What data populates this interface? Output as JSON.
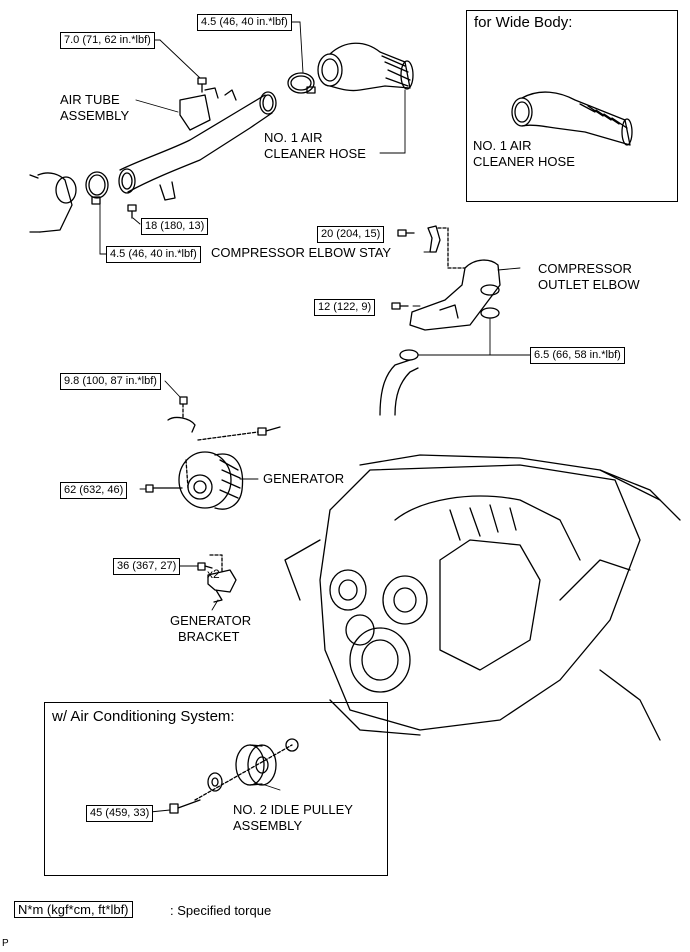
{
  "boxes": {
    "wide_body_title": "for Wide Body:",
    "ac_title": "w/ Air Conditioning System:"
  },
  "labels": {
    "air_tube_assembly_1": "AIR TUBE",
    "air_tube_assembly_2": "ASSEMBLY",
    "no1_air_cleaner_hose_1": "NO. 1 AIR",
    "no1_air_cleaner_hose_2": "CLEANER HOSE",
    "wide_no1_air_cleaner_hose_1": "NO. 1 AIR",
    "wide_no1_air_cleaner_hose_2": "CLEANER HOSE",
    "compressor_elbow_stay": "COMPRESSOR ELBOW STAY",
    "compressor_outlet_elbow_1": "COMPRESSOR",
    "compressor_outlet_elbow_2": "OUTLET ELBOW",
    "generator": "GENERATOR",
    "generator_bracket_1": "GENERATOR",
    "generator_bracket_2": "BRACKET",
    "no2_idle_pulley_1": "NO. 2 IDLE PULLEY",
    "no2_idle_pulley_2": "ASSEMBLY",
    "x2": "x2"
  },
  "torques": {
    "t_hose_clamp_top": "4.5 (46, 40 in.*lbf)",
    "t_air_tube_bolt": "7.0 (71, 62 in.*lbf)",
    "t_air_tube_lower": "18 (180, 13)",
    "t_clamp_left": "4.5 (46, 40 in.*lbf)",
    "t_elbow_stay": "20 (204, 15)",
    "t_outlet_elbow_bolt": "12 (122, 9)",
    "t_outlet_clamp": "6.5 (66, 58 in.*lbf)",
    "t_gen_nut": "9.8 (100, 87 in.*lbf)",
    "t_gen_bolt": "62 (632, 46)",
    "t_gen_bracket": "36 (367, 27)",
    "t_idle_pulley": "45 (459, 33)"
  },
  "legend": {
    "key": "N*m (kgf*cm, ft*lbf)",
    "text": ": Specified torque"
  },
  "figure_code": "P"
}
